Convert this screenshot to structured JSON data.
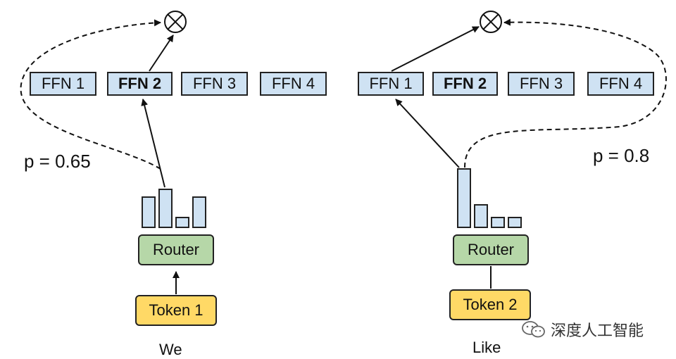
{
  "left": {
    "ffn": [
      "FFN 1",
      "FFN 2",
      "FFN 3",
      "FFN 4"
    ],
    "selected_index": 1,
    "probability": "p = 0.65",
    "router": "Router",
    "token": "Token 1",
    "word": "We",
    "router_scores": [
      0.45,
      0.56,
      0.16,
      0.45
    ]
  },
  "right": {
    "ffn": [
      "FFN 1",
      "FFN 2",
      "FFN 3",
      "FFN 4"
    ],
    "selected_index": 0,
    "probability": "p = 0.8",
    "router": "Router",
    "token": "Token 2",
    "word": "Like",
    "router_scores": [
      0.85,
      0.34,
      0.16,
      0.16
    ]
  },
  "multiply_symbol": "⊗",
  "watermark": {
    "text": "深度人工智能",
    "icon": "wechat-icon"
  },
  "colors": {
    "ffn_fill": "#cfe2f3",
    "router_fill": "#b6d7a8",
    "token_fill": "#ffd966",
    "stroke": "#222222"
  }
}
